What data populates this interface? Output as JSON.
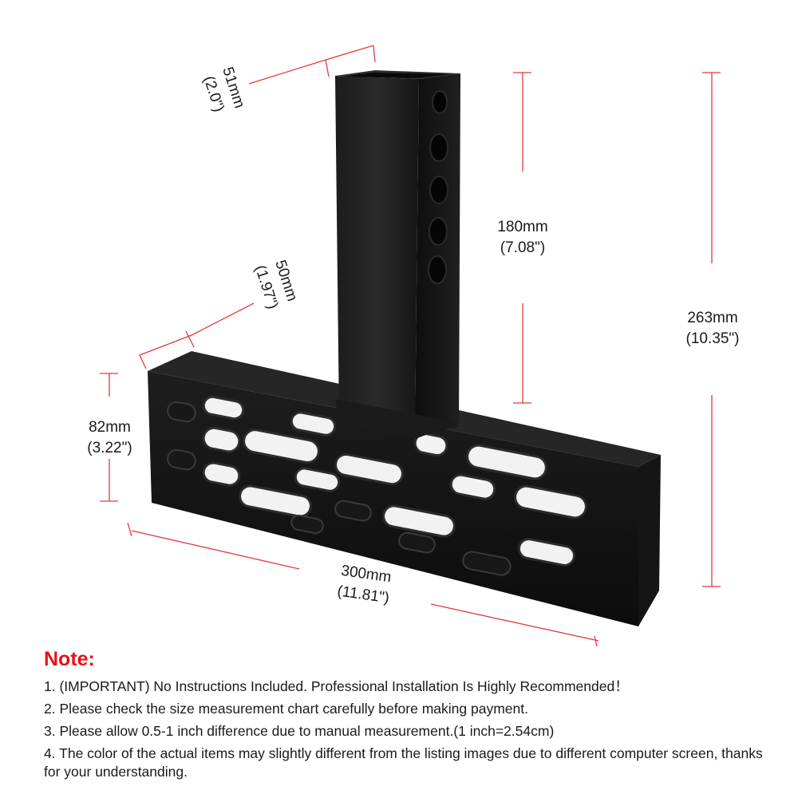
{
  "dimensions": {
    "tube_width": {
      "mm": "51mm",
      "inch": "(2.0\")"
    },
    "tube_height": {
      "mm": "180mm",
      "inch": "(7.08\")"
    },
    "total_height": {
      "mm": "263mm",
      "inch": "(10.35\")"
    },
    "step_depth": {
      "mm": "50mm",
      "inch": "(1.97\")"
    },
    "step_height": {
      "mm": "82mm",
      "inch": "(3.22\")"
    },
    "step_width": {
      "mm": "300mm",
      "inch": "(11.81\")"
    }
  },
  "note": {
    "title": "Note:",
    "items": [
      "1. (IMPORTANT) No Instructions Included. Professional Installation Is Highly Recommended！",
      "2. Please check the size measurement chart carefully before making payment.",
      "3. Please allow 0.5-1 inch difference due to manual measurement.(1 inch=2.54cm)",
      "4. The color of the actual items may slightly different from the listing images due to different computer screen, thanks for your understanding."
    ]
  },
  "colors": {
    "dimension_line": "#e03a3a",
    "note_title": "#e3141b",
    "product": "#111111"
  }
}
